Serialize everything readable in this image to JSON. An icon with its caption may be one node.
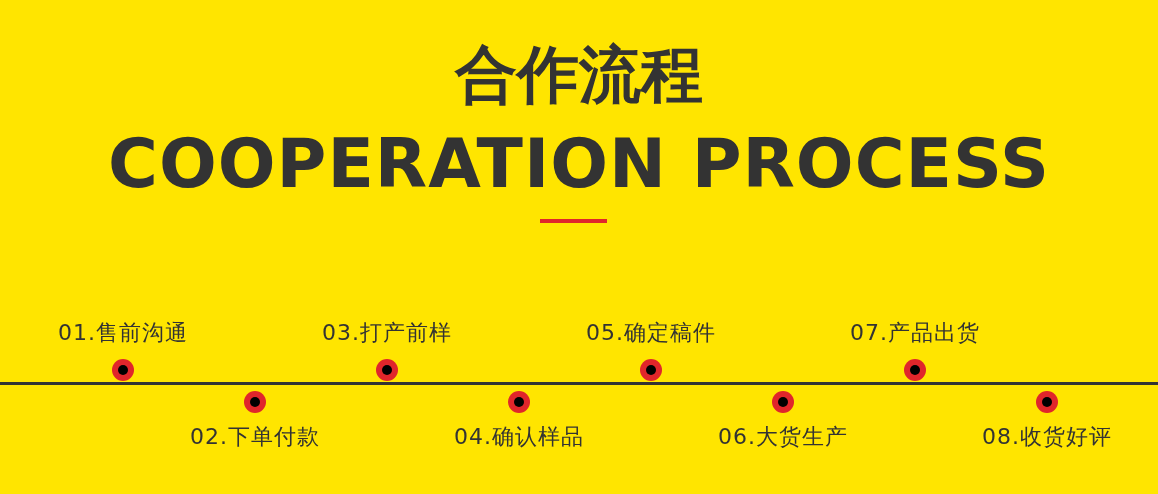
{
  "diagram": {
    "title": "合作流程 COOPERATION PROCESS",
    "labels": [
      "01.售前沟通",
      "02.下单付款",
      "03.打产前样",
      "04.确认样品",
      "05.确定稿件",
      "06.大货生产",
      "07.产品出货",
      "08.收货好评"
    ]
  }
}
